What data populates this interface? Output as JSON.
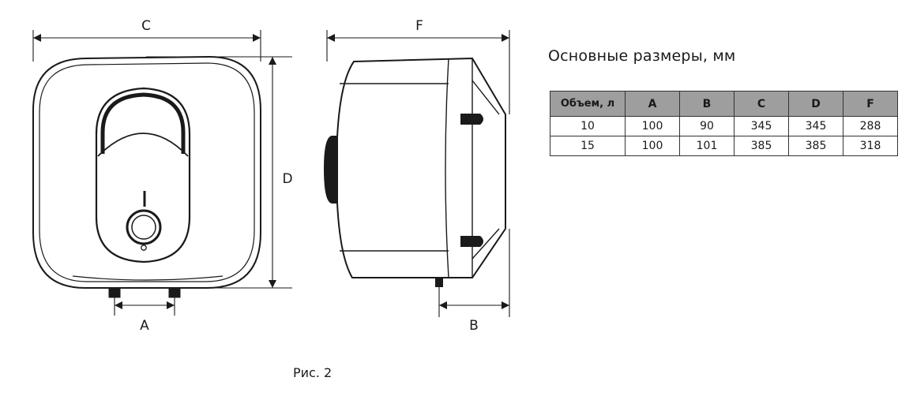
{
  "dimension_labels": {
    "a": "A",
    "b": "B",
    "c": "C",
    "d": "D",
    "f": "F"
  },
  "caption": "Рис. 2",
  "table": {
    "title": "Основные размеры, мм",
    "headers": [
      "Объем, л",
      "A",
      "B",
      "C",
      "D",
      "F"
    ],
    "rows": [
      [
        "10",
        "100",
        "90",
        "345",
        "345",
        "288"
      ],
      [
        "15",
        "100",
        "101",
        "385",
        "385",
        "318"
      ]
    ]
  }
}
